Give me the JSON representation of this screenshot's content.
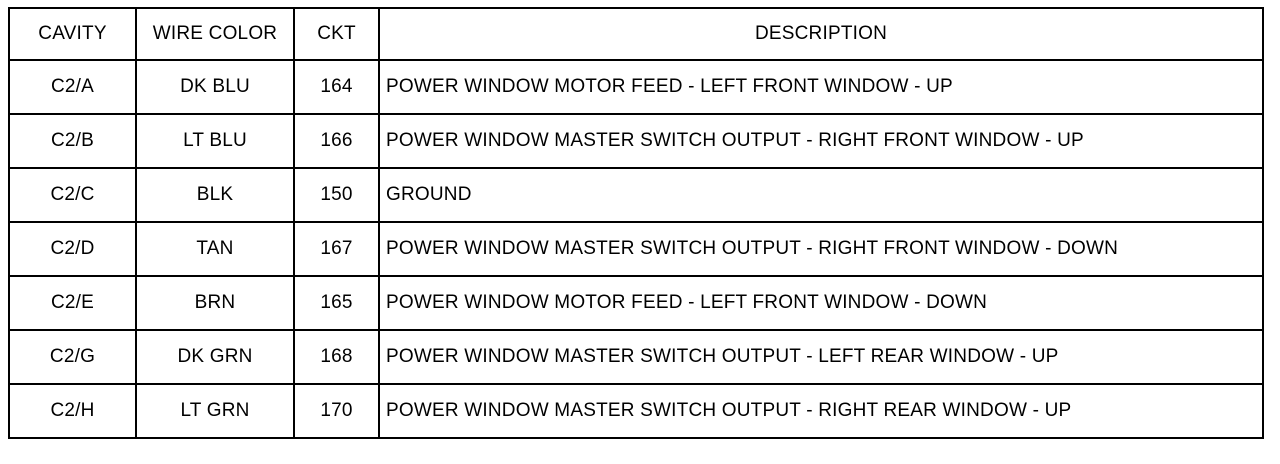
{
  "table": {
    "headers": {
      "cavity": "CAVITY",
      "wire_color": "WIRE COLOR",
      "ckt": "CKT",
      "description": "DESCRIPTION"
    },
    "rows": [
      {
        "cavity": "C2/A",
        "wire_color": "DK BLU",
        "ckt": "164",
        "description": "POWER WINDOW MOTOR FEED - LEFT FRONT WINDOW - UP"
      },
      {
        "cavity": "C2/B",
        "wire_color": "LT BLU",
        "ckt": "166",
        "description": "POWER WINDOW MASTER SWITCH OUTPUT - RIGHT FRONT WINDOW - UP"
      },
      {
        "cavity": "C2/C",
        "wire_color": "BLK",
        "ckt": "150",
        "description": "GROUND"
      },
      {
        "cavity": "C2/D",
        "wire_color": "TAN",
        "ckt": "167",
        "description": "POWER WINDOW MASTER SWITCH OUTPUT - RIGHT FRONT WINDOW - DOWN"
      },
      {
        "cavity": "C2/E",
        "wire_color": "BRN",
        "ckt": "165",
        "description": "POWER WINDOW MOTOR FEED - LEFT FRONT WINDOW - DOWN"
      },
      {
        "cavity": "C2/G",
        "wire_color": "DK GRN",
        "ckt": "168",
        "description": "POWER WINDOW MASTER SWITCH OUTPUT - LEFT REAR WINDOW - UP"
      },
      {
        "cavity": "C2/H",
        "wire_color": "LT GRN",
        "ckt": "170",
        "description": "POWER WINDOW MASTER SWITCH OUTPUT - RIGHT REAR WINDOW - UP"
      }
    ]
  }
}
